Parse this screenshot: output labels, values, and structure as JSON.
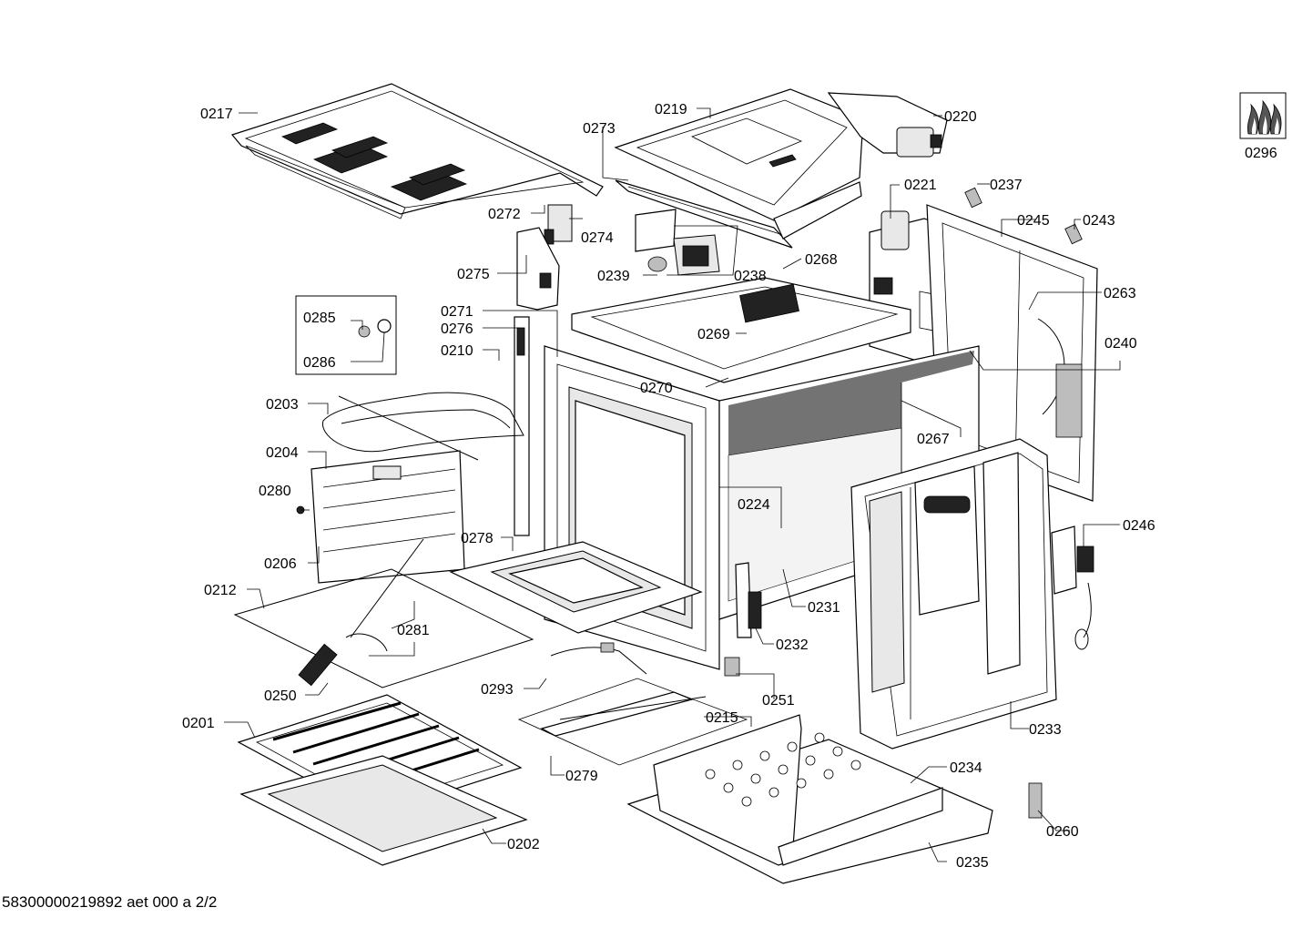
{
  "document_code": "58300000219892 aet 000 a 2/2",
  "icon_label": "0296",
  "icon": "flame-icon",
  "part_labels": {
    "p0217": "0217",
    "p0219": "0219",
    "p0220": "0220",
    "p0273": "0273",
    "p0272": "0272",
    "p0274": "0274",
    "p0275": "0275",
    "p0221": "0221",
    "p0237": "0237",
    "p0245": "0245",
    "p0243": "0243",
    "p0239": "0239",
    "p0238": "0238",
    "p0268": "0268",
    "p0263": "0263",
    "p0285": "0285",
    "p0286": "0286",
    "p0271": "0271",
    "p0276": "0276",
    "p0210": "0210",
    "p0269": "0269",
    "p0240": "0240",
    "p0270": "0270",
    "p0203": "0203",
    "p0267": "0267",
    "p0204": "0204",
    "p0224": "0224",
    "p0280": "0280",
    "p0246": "0246",
    "p0278": "0278",
    "p0206": "0206",
    "p0212": "0212",
    "p0231": "0231",
    "p0281": "0281",
    "p0232": "0232",
    "p0293": "0293",
    "p0250": "0250",
    "p0251": "0251",
    "p0201": "0201",
    "p0215": "0215",
    "p0233": "0233",
    "p0279": "0279",
    "p0234": "0234",
    "p0260": "0260",
    "p0202": "0202",
    "p0235": "0235"
  }
}
